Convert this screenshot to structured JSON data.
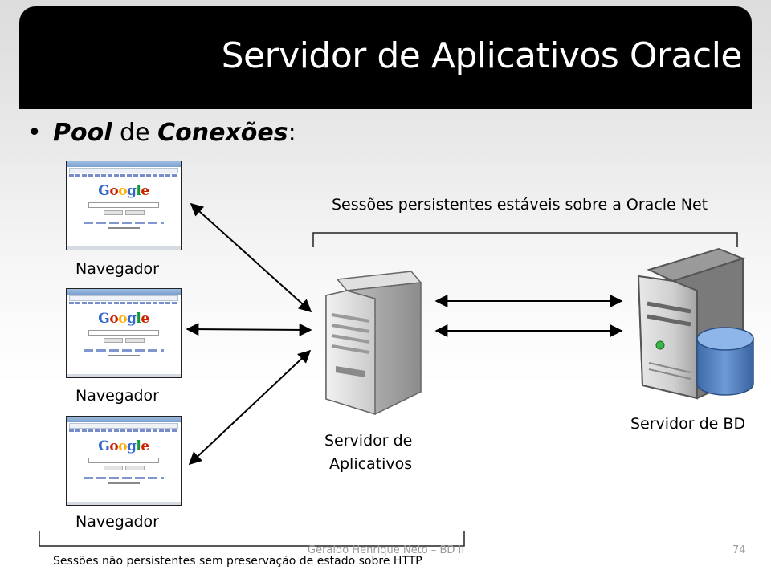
{
  "title": "Servidor de Aplicativos Oracle",
  "bullet": {
    "symbol": "•",
    "part1": "Pool",
    "part2": " de ",
    "part3": "Conexões",
    "part4": ":"
  },
  "browser_logo": {
    "letters": [
      "G",
      "o",
      "o",
      "g",
      "l",
      "e"
    ],
    "colors": [
      "#3366cc",
      "#cc2200",
      "#ffb000",
      "#3366cc",
      "#119933",
      "#cc2200"
    ]
  },
  "labels": {
    "browser1": "Navegador",
    "browser2": "Navegador",
    "browser3": "Navegador",
    "app_server_line1": "Servidor de",
    "app_server_line2": "Aplicativos",
    "db_server": "Servidor de BD",
    "persistent_sessions": "Sessões persistentes estáveis sobre a Oracle Net",
    "non_persistent_sessions": "Sessões não persistentes sem preservação de estado sobre HTTP"
  },
  "footer": {
    "author": "Geraldo Henrique Neto – BD II",
    "page": "74"
  },
  "colors": {
    "title_bg": "#000000",
    "title_fg": "#ffffff",
    "db_cylinder": "#4f7fc0"
  }
}
